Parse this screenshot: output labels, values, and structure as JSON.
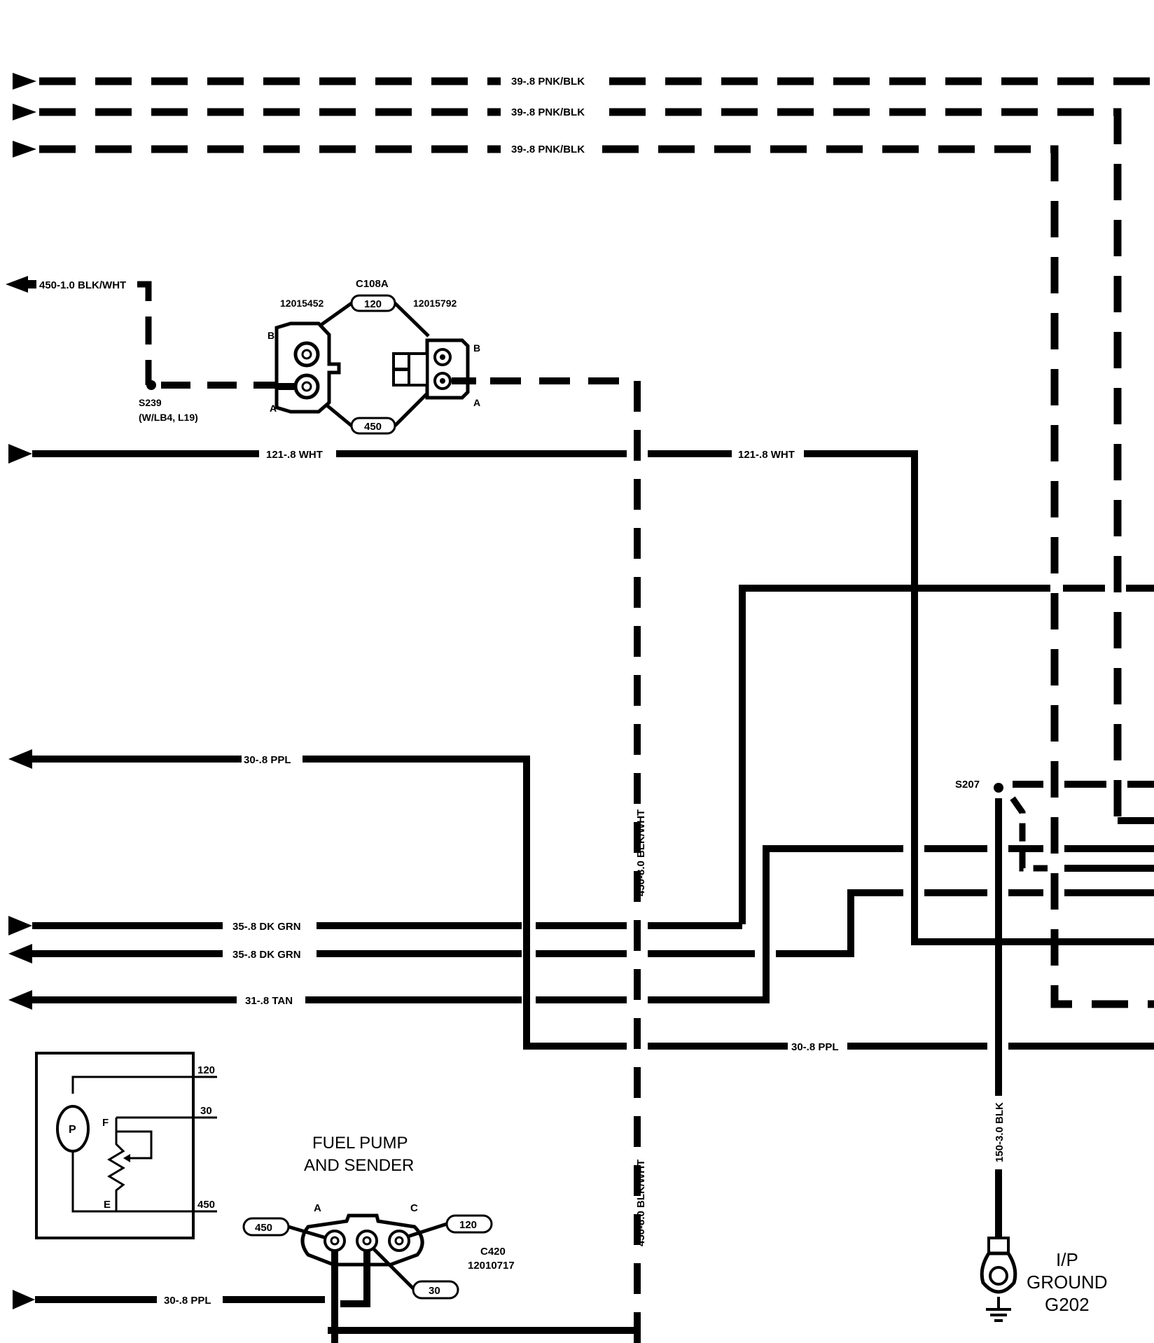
{
  "wires": {
    "pnk_blk_1": "39-.8 PNK/BLK",
    "pnk_blk_2": "39-.8 PNK/BLK",
    "pnk_blk_3": "39-.8 PNK/BLK",
    "blk_wht_top": "450-1.0 BLK/WHT",
    "wht_left": "121-.8 WHT",
    "wht_right": "121-.8 WHT",
    "ppl_left": "30-.8 PPL",
    "ppl_right": "30-.8 PPL",
    "ppl_bottom": "30-.8 PPL",
    "dk_grn_1": "35-.8 DK GRN",
    "dk_grn_2": "35-.8 DK GRN",
    "tan": "31-.8 TAN",
    "blk_wht_vert_1": "450-8.0 BLK/WHT",
    "blk_wht_vert_2": "450-8.0 BLK/WHT",
    "blk_vert": "150-3.0 BLK"
  },
  "connector_c108a": {
    "name": "C108A",
    "part_left": "12015452",
    "part_right": "12015792",
    "pin_top": "120",
    "pin_bottom": "450",
    "pin_left_b": "B",
    "pin_left_a": "A",
    "pin_right_b": "B",
    "pin_right_a": "A"
  },
  "splice_s239": {
    "name": "S239",
    "note": "(W/LB4, L19)"
  },
  "splice_s207": {
    "name": "S207"
  },
  "fuel_pump": {
    "title_line1": "FUEL PUMP",
    "title_line2": "AND SENDER",
    "motor": "P",
    "term_f": "F",
    "term_e": "E",
    "circuit_120": "120",
    "circuit_30": "30",
    "circuit_450": "450"
  },
  "connector_c420": {
    "name": "C420",
    "part": "12010717",
    "pin_a": "A",
    "pin_c": "C",
    "circuit_450": "450",
    "circuit_120": "120",
    "circuit_30": "30"
  },
  "ground_g202": {
    "line1": "I/P",
    "line2": "GROUND",
    "line3": "G202"
  }
}
